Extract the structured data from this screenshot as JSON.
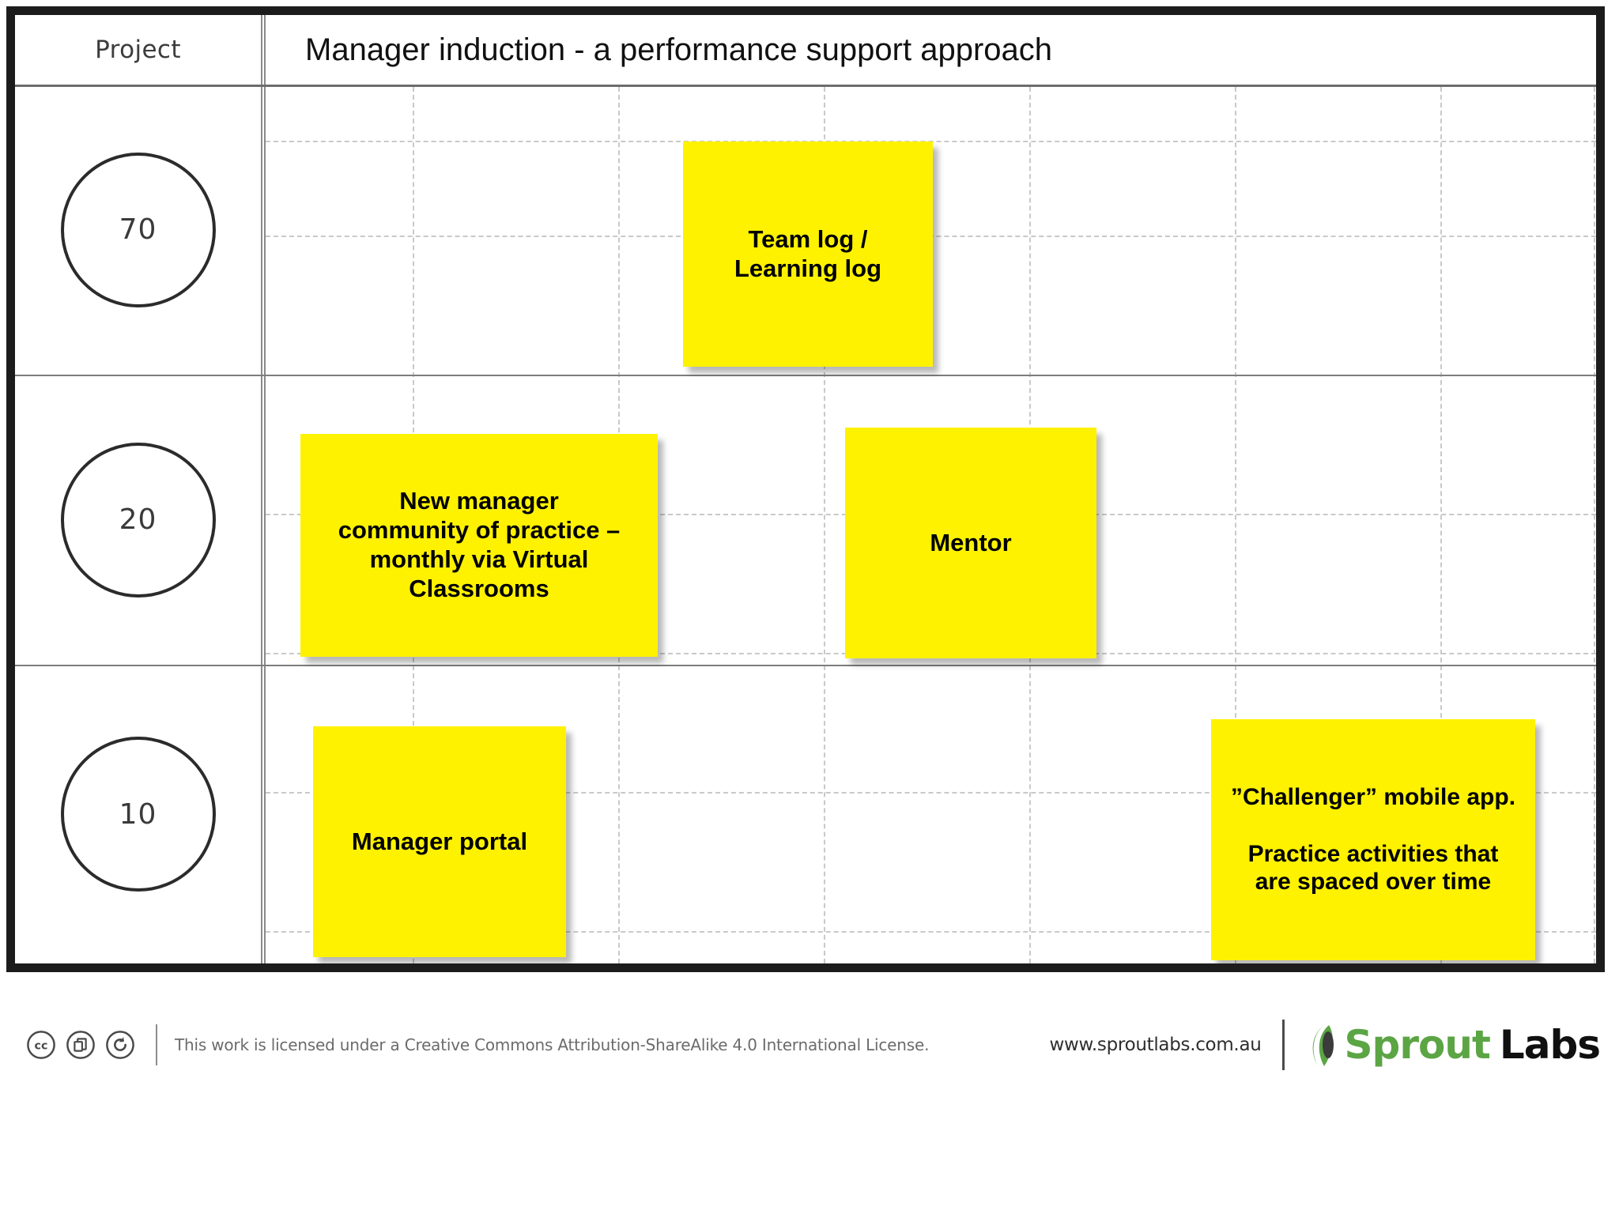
{
  "header": {
    "label_column_title": "Project",
    "title": "Manager induction  - a performance support approach"
  },
  "rows": [
    {
      "number": "70"
    },
    {
      "number": "20"
    },
    {
      "number": "10"
    }
  ],
  "notes": [
    {
      "id": "team-log",
      "text": "Team log /\nLearning log",
      "row": 0
    },
    {
      "id": "community-of-practice",
      "text": "New manager\ncommunity of practice –\nmonthly via Virtual\nClassrooms",
      "row": 1
    },
    {
      "id": "mentor",
      "text": "Mentor",
      "row": 1
    },
    {
      "id": "manager-portal",
      "text": "Manager portal",
      "row": 2
    },
    {
      "id": "challenger-app",
      "text": "”Challenger” mobile app.\n\nPractice activities that\nare spaced over time",
      "row": 2
    }
  ],
  "footer": {
    "license_text": "This work is licensed under a Creative Commons Attribution-ShareAlike 4.0 International License.",
    "cc_icons": [
      "creative-commons-icon",
      "attribution-by-icon",
      "share-alike-icon"
    ],
    "website": "www.sproutlabs.com.au",
    "brand_primary": "Sprout",
    "brand_secondary": "Labs"
  },
  "colors": {
    "sticky_yellow": "#FFF200",
    "board_border": "#1c1c1c",
    "grid_dash": "#c9c9c9",
    "brand_green": "#5BA544"
  }
}
